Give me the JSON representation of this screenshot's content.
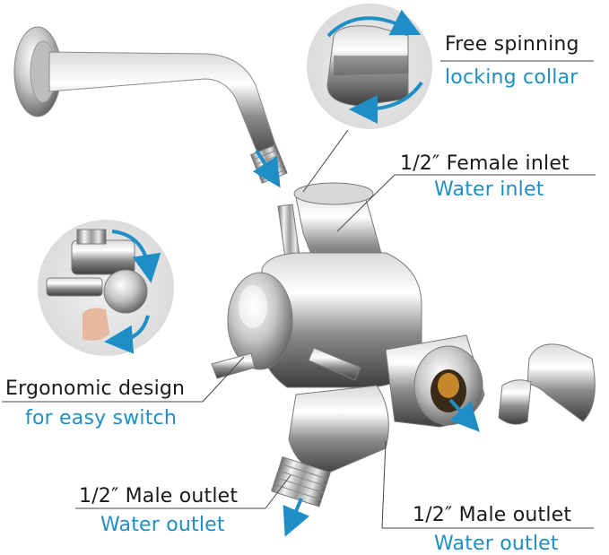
{
  "colors": {
    "accent": "#1e8fc6",
    "text": "#1a1a1a",
    "circle_bg": "#e4e4e4"
  },
  "callouts": {
    "collar": {
      "title": "Free spinning",
      "subtitle": "locking collar"
    },
    "inlet": {
      "title": "1/2″ Female inlet",
      "subtitle": "Water inlet"
    },
    "ergonomic": {
      "title": "Ergonomic design",
      "subtitle": "for easy switch"
    },
    "outlet_left": {
      "title": "1/2″ Male outlet",
      "subtitle": "Water outlet"
    },
    "outlet_right": {
      "title": "1/2″ Male outlet",
      "subtitle": "Water outlet"
    }
  }
}
